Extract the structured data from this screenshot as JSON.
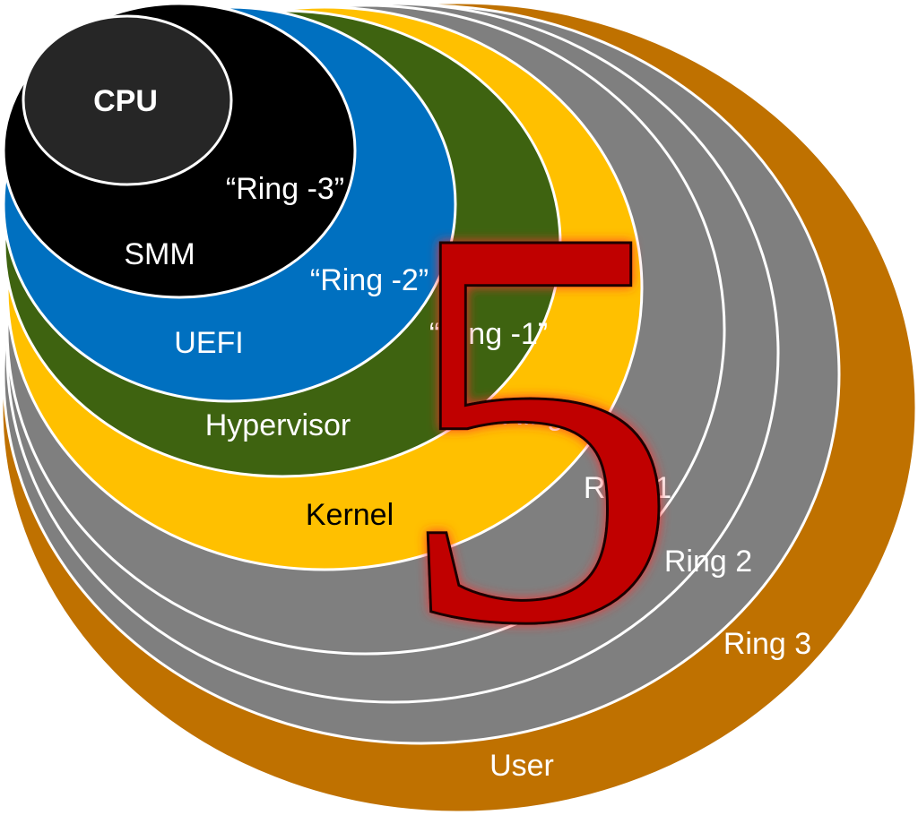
{
  "colors": {
    "user": "#bf7100",
    "ring3": "#7f7f7f",
    "ring2": "#7f7f7f",
    "ring1": "#7f7f7f",
    "kernel": "#ffc000",
    "hypervisor": "#3e6310",
    "uefi": "#0070c0",
    "smm": "#000000",
    "cpu": "#262626",
    "five": "#c00000",
    "five_glow": "#ff3030",
    "outline": "#ffffff"
  },
  "layers": [
    {
      "id": "user",
      "label": "User"
    },
    {
      "id": "ring3",
      "label": "Ring 3"
    },
    {
      "id": "ring2",
      "label": "Ring 2"
    },
    {
      "id": "ring1",
      "label": "Ring 1"
    },
    {
      "id": "kernel",
      "label": "Kernel",
      "ring_label": "Ring 0"
    },
    {
      "id": "hypervisor",
      "label": "Hypervisor",
      "ring_label": "“Ring -1”"
    },
    {
      "id": "uefi",
      "label": "UEFI",
      "ring_label": "“Ring -2”"
    },
    {
      "id": "smm",
      "label": "SMM",
      "ring_label": "“Ring -3”"
    },
    {
      "id": "cpu",
      "label": "CPU"
    }
  ],
  "overlay": {
    "text": "5"
  }
}
